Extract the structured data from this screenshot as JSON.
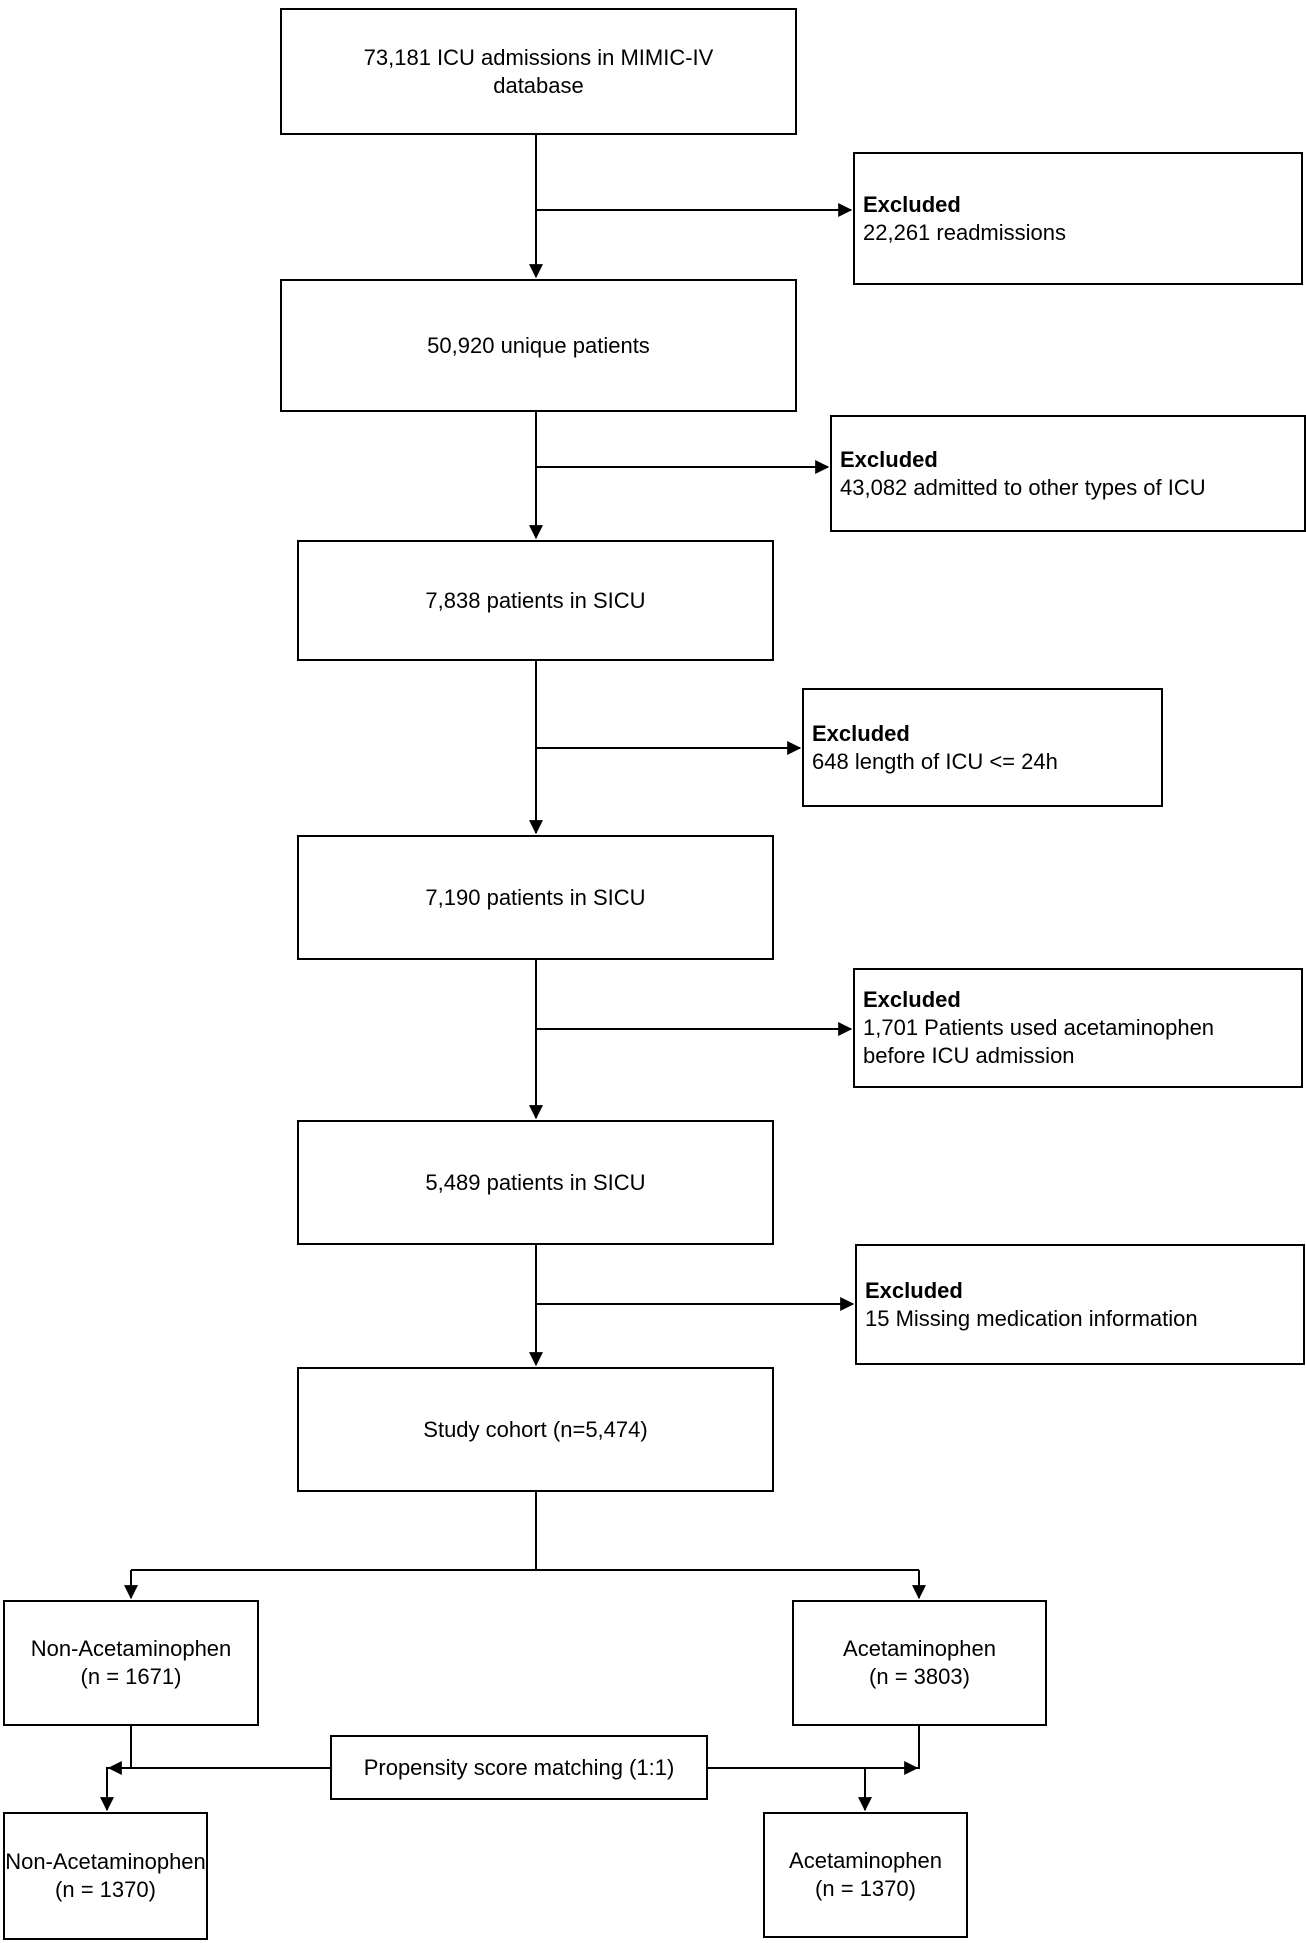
{
  "flow": {
    "steps": [
      {
        "text": "73,181 ICU admissions in MIMIC-IV\ndatabase"
      },
      {
        "text": "50,920 unique patients"
      },
      {
        "text": "7,838 patients in SICU"
      },
      {
        "text": "7,190 patients in SICU"
      },
      {
        "text": "5,489 patients in SICU"
      },
      {
        "text": "Study cohort (n=5,474)"
      }
    ],
    "exclusions": [
      {
        "label": "Excluded",
        "detail": "22,261 readmissions"
      },
      {
        "label": "Excluded",
        "detail": "43,082 admitted to other types of ICU"
      },
      {
        "label": "Excluded",
        "detail": "648 length of ICU <= 24h"
      },
      {
        "label": "Excluded",
        "detail": "1,701 Patients used acetaminophen\nbefore ICU admission"
      },
      {
        "label": "Excluded",
        "detail": "15 Missing medication information"
      }
    ],
    "arms": {
      "left_unmatched": "Non-Acetaminophen\n(n = 1671)",
      "right_unmatched": "Acetaminophen\n(n = 3803)",
      "matching_label": "Propensity score matching (1:1)",
      "left_matched": "Non-Acetaminophen\n(n = 1370)",
      "right_matched": "Acetaminophen\n(n = 1370)"
    }
  },
  "colors": {
    "background": "#ffffff",
    "box_border": "#000000",
    "line": "#000000",
    "text": "#000000"
  }
}
